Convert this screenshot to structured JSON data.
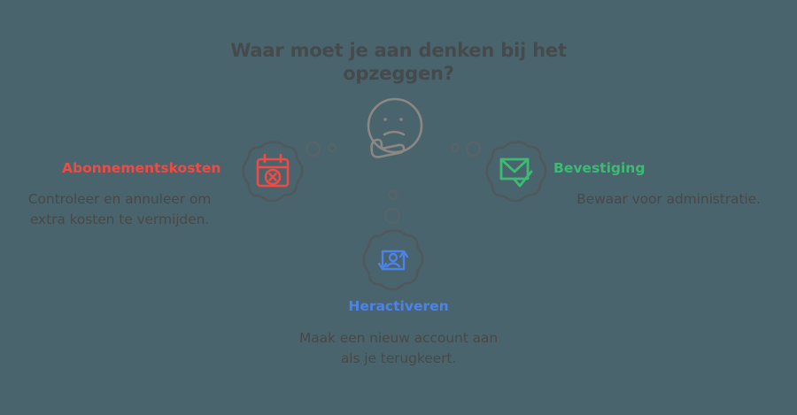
{
  "theme": {
    "background": "#4a646d",
    "title_color": "#454a4c",
    "body_text_color": "#484848",
    "outline_color": "#5a6367",
    "accent_red": "#ef4a43",
    "accent_green": "#3dbb74",
    "accent_blue": "#4d82e8"
  },
  "title": {
    "line1": "Waar moet je aan denken bij het",
    "line2": "opzeggen?"
  },
  "nodes": {
    "subscription": {
      "label": "Abonnementskosten",
      "desc_line1": "Controleer en annuleer om",
      "desc_line2": "extra kosten te vermijden.",
      "icon": "calendar-cancel-icon",
      "color": "#ef4a43"
    },
    "confirmation": {
      "label": "Bevestiging",
      "desc_line1": "Bewaar voor administratie.",
      "desc_line2": "",
      "icon": "envelope-check-icon",
      "color": "#3dbb74"
    },
    "reactivate": {
      "label": "Heractiveren",
      "desc_line1": "Maak een nieuw account aan",
      "desc_line2": "als je terugkeert.",
      "icon": "user-refresh-icon",
      "color": "#4d82e8"
    }
  },
  "center": {
    "icon": "thinking-face-icon"
  }
}
